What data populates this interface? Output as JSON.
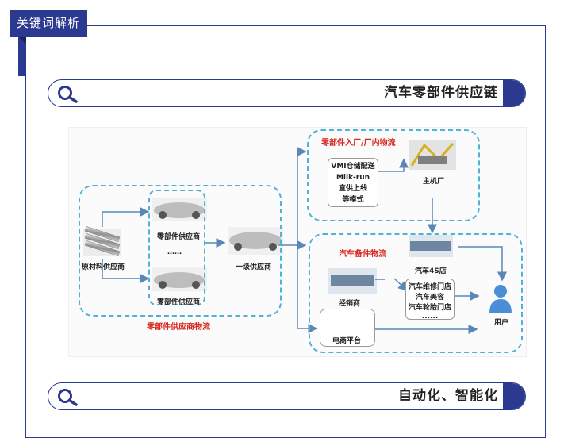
{
  "header": {
    "keyword_tab": "关键词解析"
  },
  "sections": [
    {
      "title": "汽车零部件供应链"
    },
    {
      "title": "自动化、智能化"
    }
  ],
  "diagram": {
    "raw_supplier": "原材料供应商",
    "parts_supplier_top": "零部件供应商",
    "ellipsis": "……",
    "parts_supplier_bottom": "零部件供应商",
    "parts_logistics": "零部件供应商物流",
    "tier1": "一级供应商",
    "inbound_logistics": "零部件入厂/厂内物流",
    "vmi": "VMI仓储配送",
    "milkrun": "Milk-run",
    "direct": "直供上线",
    "etc": "等模式",
    "oem": "主机厂",
    "aftermarket_logistics": "汽车备件物流",
    "store_4s": "汽车4S店",
    "dealer": "经销商",
    "ecommerce": "电商平台",
    "repair": "汽车维修门店",
    "beauty": "汽车美容",
    "tire": "汽车轮胎门店",
    "dots": "......",
    "user": "用户"
  },
  "colors": {
    "navy": "#2b3990",
    "dash": "#4fb3d6",
    "arrow": "#5b87b8",
    "red": "#d7261e"
  }
}
